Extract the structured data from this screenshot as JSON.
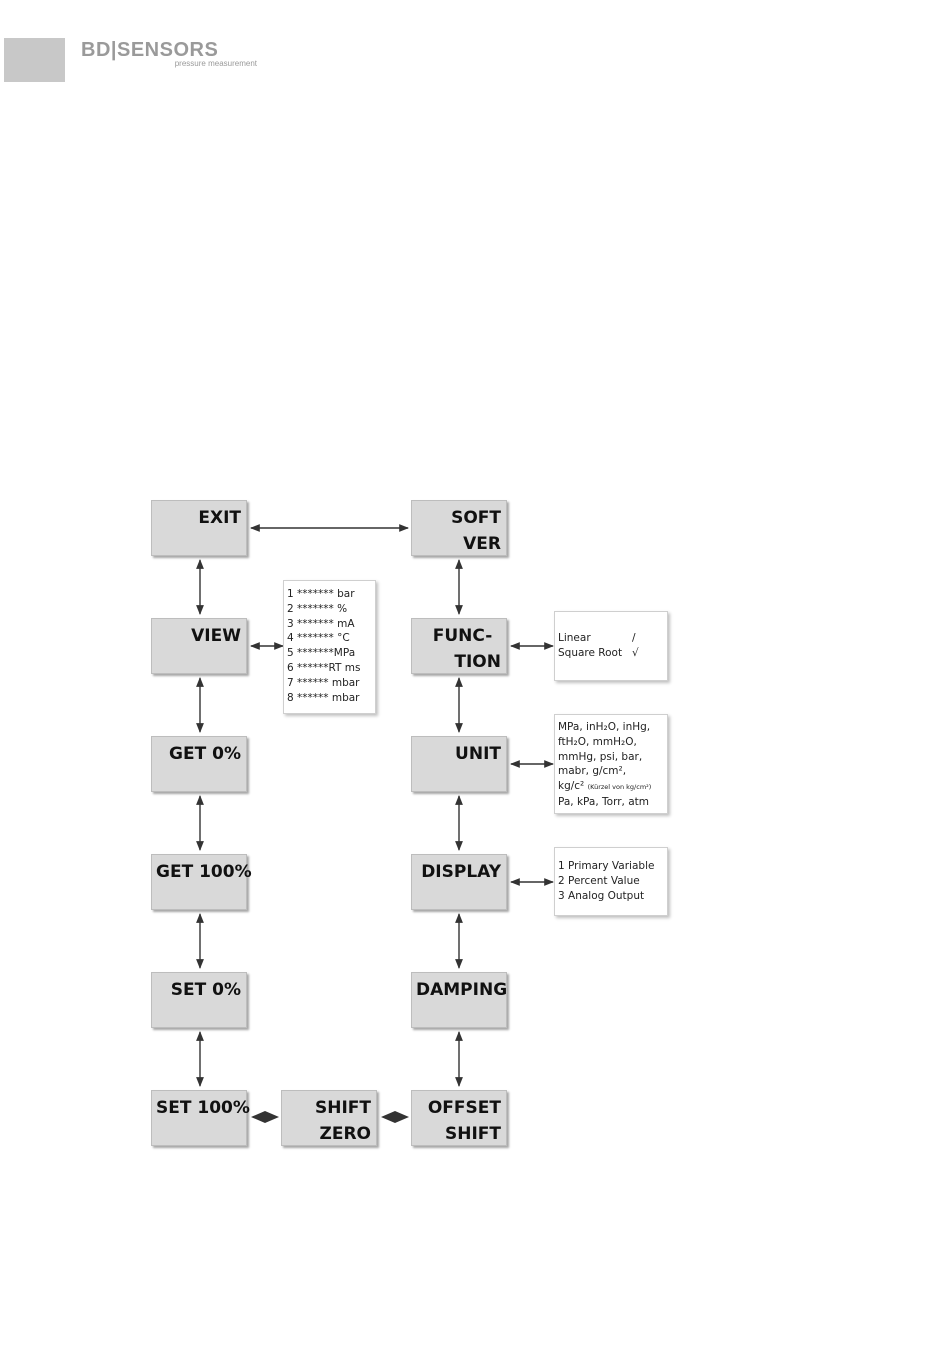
{
  "header": {
    "logo_text": "BD|SENSORS",
    "logo_subtext": "pressure measurement"
  },
  "colors": {
    "box_fill": "#d9d9d9",
    "arrow": "#333333",
    "logo": "#9a9a9a"
  },
  "menu": {
    "exit": [
      "EXIT"
    ],
    "soft_ver": [
      "SOFT",
      "VER"
    ],
    "view": [
      "VIEW"
    ],
    "function": [
      "FUNC-",
      "TION"
    ],
    "get_0": [
      "GET 0%"
    ],
    "unit": [
      "UNIT"
    ],
    "get_100": [
      "GET 100%"
    ],
    "display": [
      "DISPLAY"
    ],
    "set_0": [
      "SET 0%"
    ],
    "damping": [
      "DAMPING"
    ],
    "set_100": [
      "SET 100%"
    ],
    "shift_zero": [
      "SHIFT",
      "ZERO"
    ],
    "offset_shift": [
      "OFFSET",
      "SHIFT"
    ]
  },
  "view_options": [
    "1 ******* bar",
    "2 *******   %",
    "3 ******* mA",
    "4 *******   °C",
    "5 *******MPa",
    "6 ******RT ms",
    "7 ****** mbar",
    "8 ****** mbar"
  ],
  "function_options": [
    {
      "label": "Linear",
      "symbol": "/"
    },
    {
      "label": "Square Root",
      "symbol": "√"
    }
  ],
  "unit_options": {
    "lines": [
      "MPa, inH₂O, inHg,",
      "ftH₂O, mmH₂O,",
      "mmHg, psi, bar,",
      "mabr, g/cm²,"
    ],
    "kg_line": "kg/c²",
    "kg_note": "(Kürzel von kg/cm²)",
    "last_line": "Pa, kPa, Torr, atm"
  },
  "display_options": [
    "1   Primary Variable",
    "2   Percent Value",
    "3   Analog Output"
  ]
}
